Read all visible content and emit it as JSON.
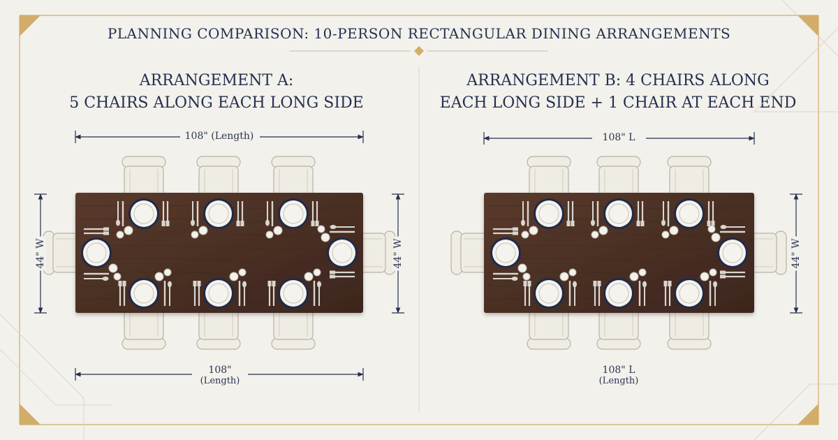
{
  "title": "PLANNING COMPARISON: 10-PERSON RECTANGULAR DINING ARRANGEMENTS",
  "colors": {
    "background": "#f3f1ec",
    "table": "#4a2f24",
    "chair": "#efece4",
    "chair_outline": "#b9b2a4",
    "plate_rim": "#1f2a4a",
    "gold_accent": "#d2ad6a",
    "text": "#25304e"
  },
  "arrangement_a": {
    "title_line1": "ARRANGEMENT A:",
    "title_line2": "5 CHAIRS ALONG EACH LONG SIDE",
    "top_dimension": "108\" (Length)",
    "bottom_dimension": "108\"",
    "bottom_dimension_sub": "(Length)",
    "left_width": "44\" W",
    "right_width": "44\" W"
  },
  "arrangement_b": {
    "title_line1": "ARRANGEMENT B: 4 CHAIRS ALONG",
    "title_line2": "EACH LONG SIDE + 1 CHAIR AT EACH END",
    "top_dimension": "108\" L",
    "bottom_dimension": "108\" L",
    "bottom_dimension_sub": "(Length)",
    "right_width": "44\" W"
  }
}
